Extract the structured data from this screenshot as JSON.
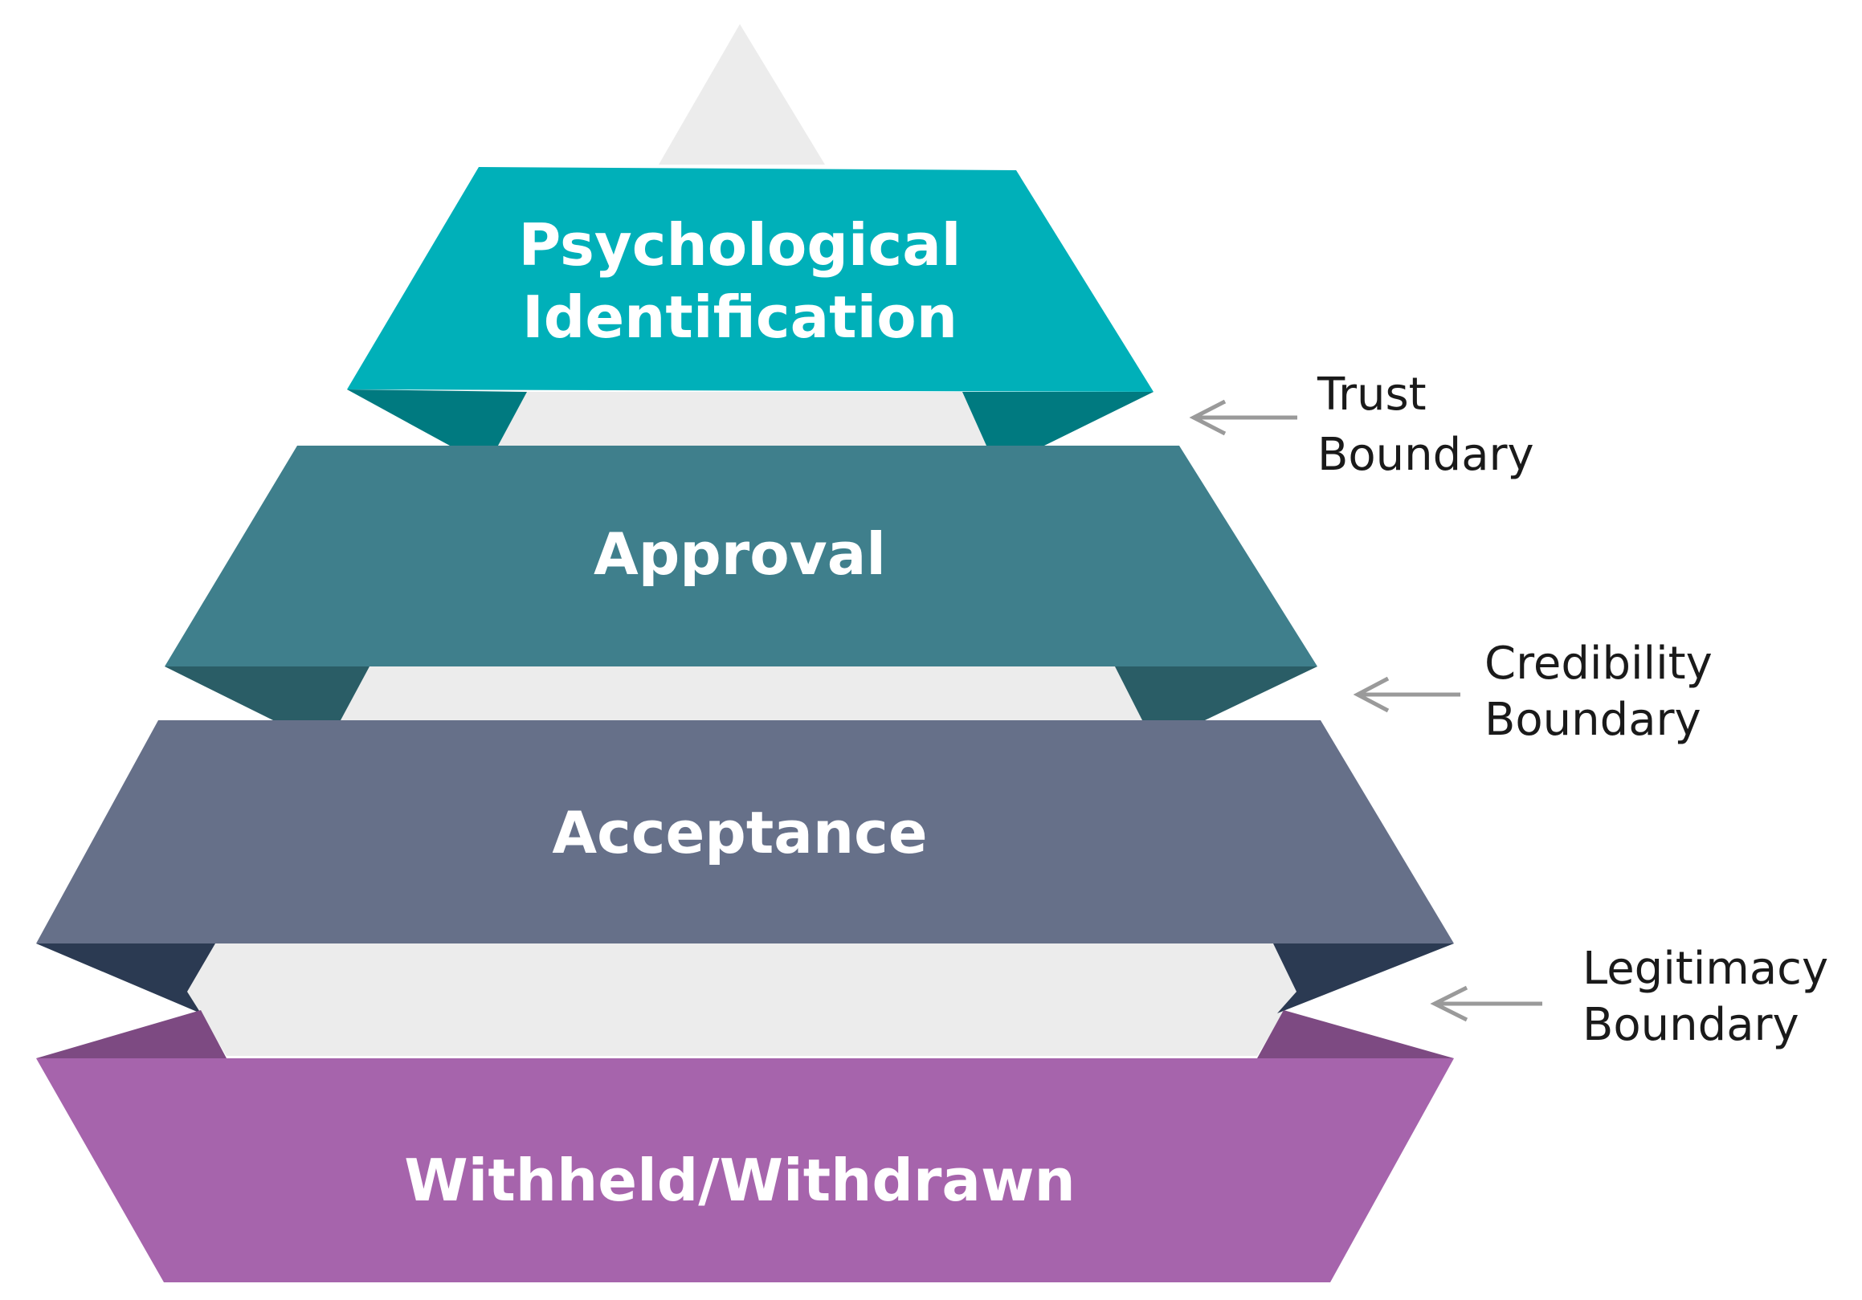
{
  "tiers": [
    {
      "lines": [
        "Psychological",
        "Identification"
      ],
      "color": "#00b0b9",
      "side_color": "#007a80"
    },
    {
      "lines": [
        "Approval"
      ],
      "color": "#3f7f8c",
      "side_color": "#2a5d66"
    },
    {
      "lines": [
        "Acceptance"
      ],
      "color": "#667089",
      "side_color": "#2b3a52"
    },
    {
      "lines": [
        "Withheld/Withdrawn"
      ],
      "color": "#a664ac",
      "side_color": "#7d4a82"
    }
  ],
  "boundaries": [
    {
      "lines": [
        "Trust",
        "Boundary"
      ]
    },
    {
      "lines": [
        "Credibility",
        "Boundary"
      ]
    },
    {
      "lines": [
        "Legitimacy",
        "Boundary"
      ]
    }
  ],
  "colors": {
    "core": "#ececec",
    "arrow": "#9a9a9a",
    "text": "#1a1a1a"
  }
}
